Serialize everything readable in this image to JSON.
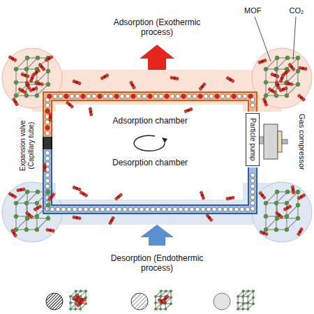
{
  "diagram": {
    "nodes": [
      {
        "text": [
          "Particle pump"
        ]
      },
      {
        "text": [
          "Gas compressor"
        ]
      }
    ],
    "labels": [
      "Adsorption (Exothermic process)",
      "MOF",
      "CO₂",
      "Expansion valve (Capillary tube)",
      "Adsorption chamber",
      "Desorption chamber",
      "Desorption (Endothermic process)"
    ]
  }
}
